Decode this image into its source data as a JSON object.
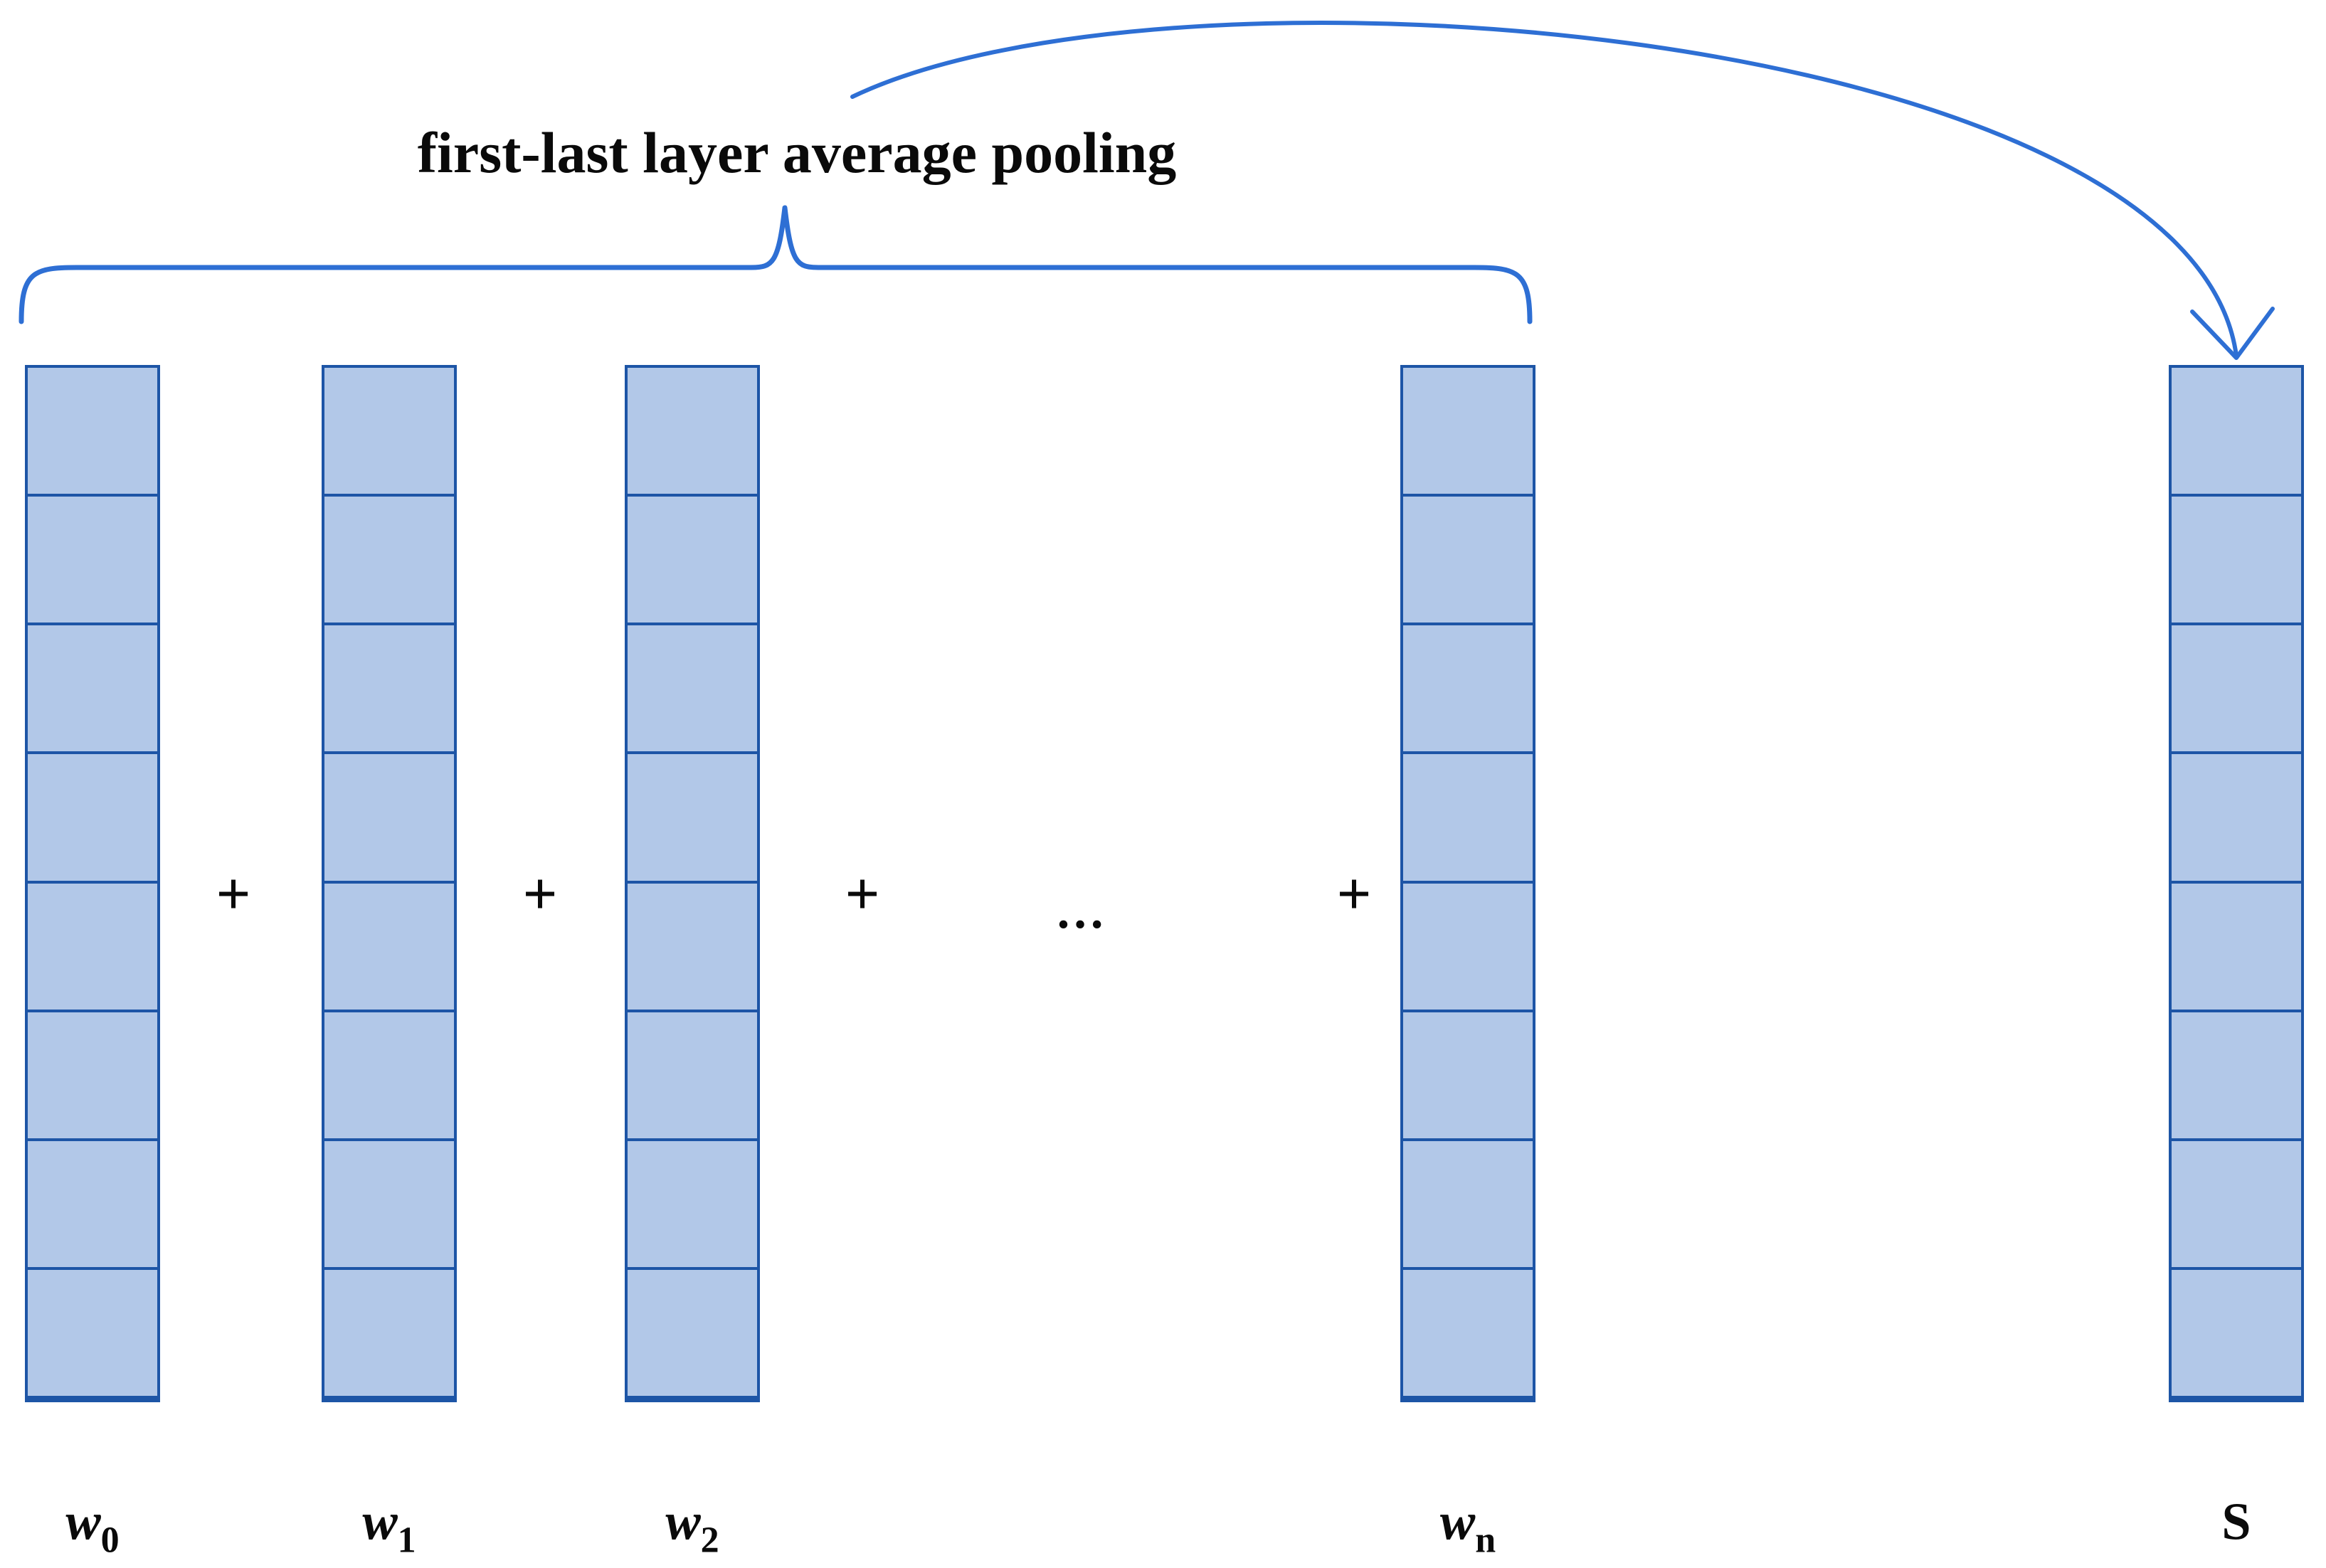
{
  "title": "first-last layer average pooling",
  "columns": [
    {
      "id": "w0",
      "label_base": "w",
      "label_sub": "0",
      "cells": 8
    },
    {
      "id": "w1",
      "label_base": "w",
      "label_sub": "1",
      "cells": 8
    },
    {
      "id": "w2",
      "label_base": "w",
      "label_sub": "2",
      "cells": 8
    },
    {
      "id": "wn",
      "label_base": "w",
      "label_sub": "n",
      "cells": 8
    },
    {
      "id": "s",
      "label_base": "S",
      "label_sub": "",
      "cells": 8
    }
  ],
  "operators": {
    "plus": "+",
    "plus_count": 4,
    "ellipsis": "…"
  },
  "icons": {
    "brace": "curly-brace-icon",
    "arrow": "curved-arrow-down-icon"
  },
  "colors": {
    "cell_fill": "#b2c8e8",
    "cell_border": "#1d55a6",
    "accent_blue": "#2e6fd4",
    "text_color": "#0a0a0a"
  }
}
